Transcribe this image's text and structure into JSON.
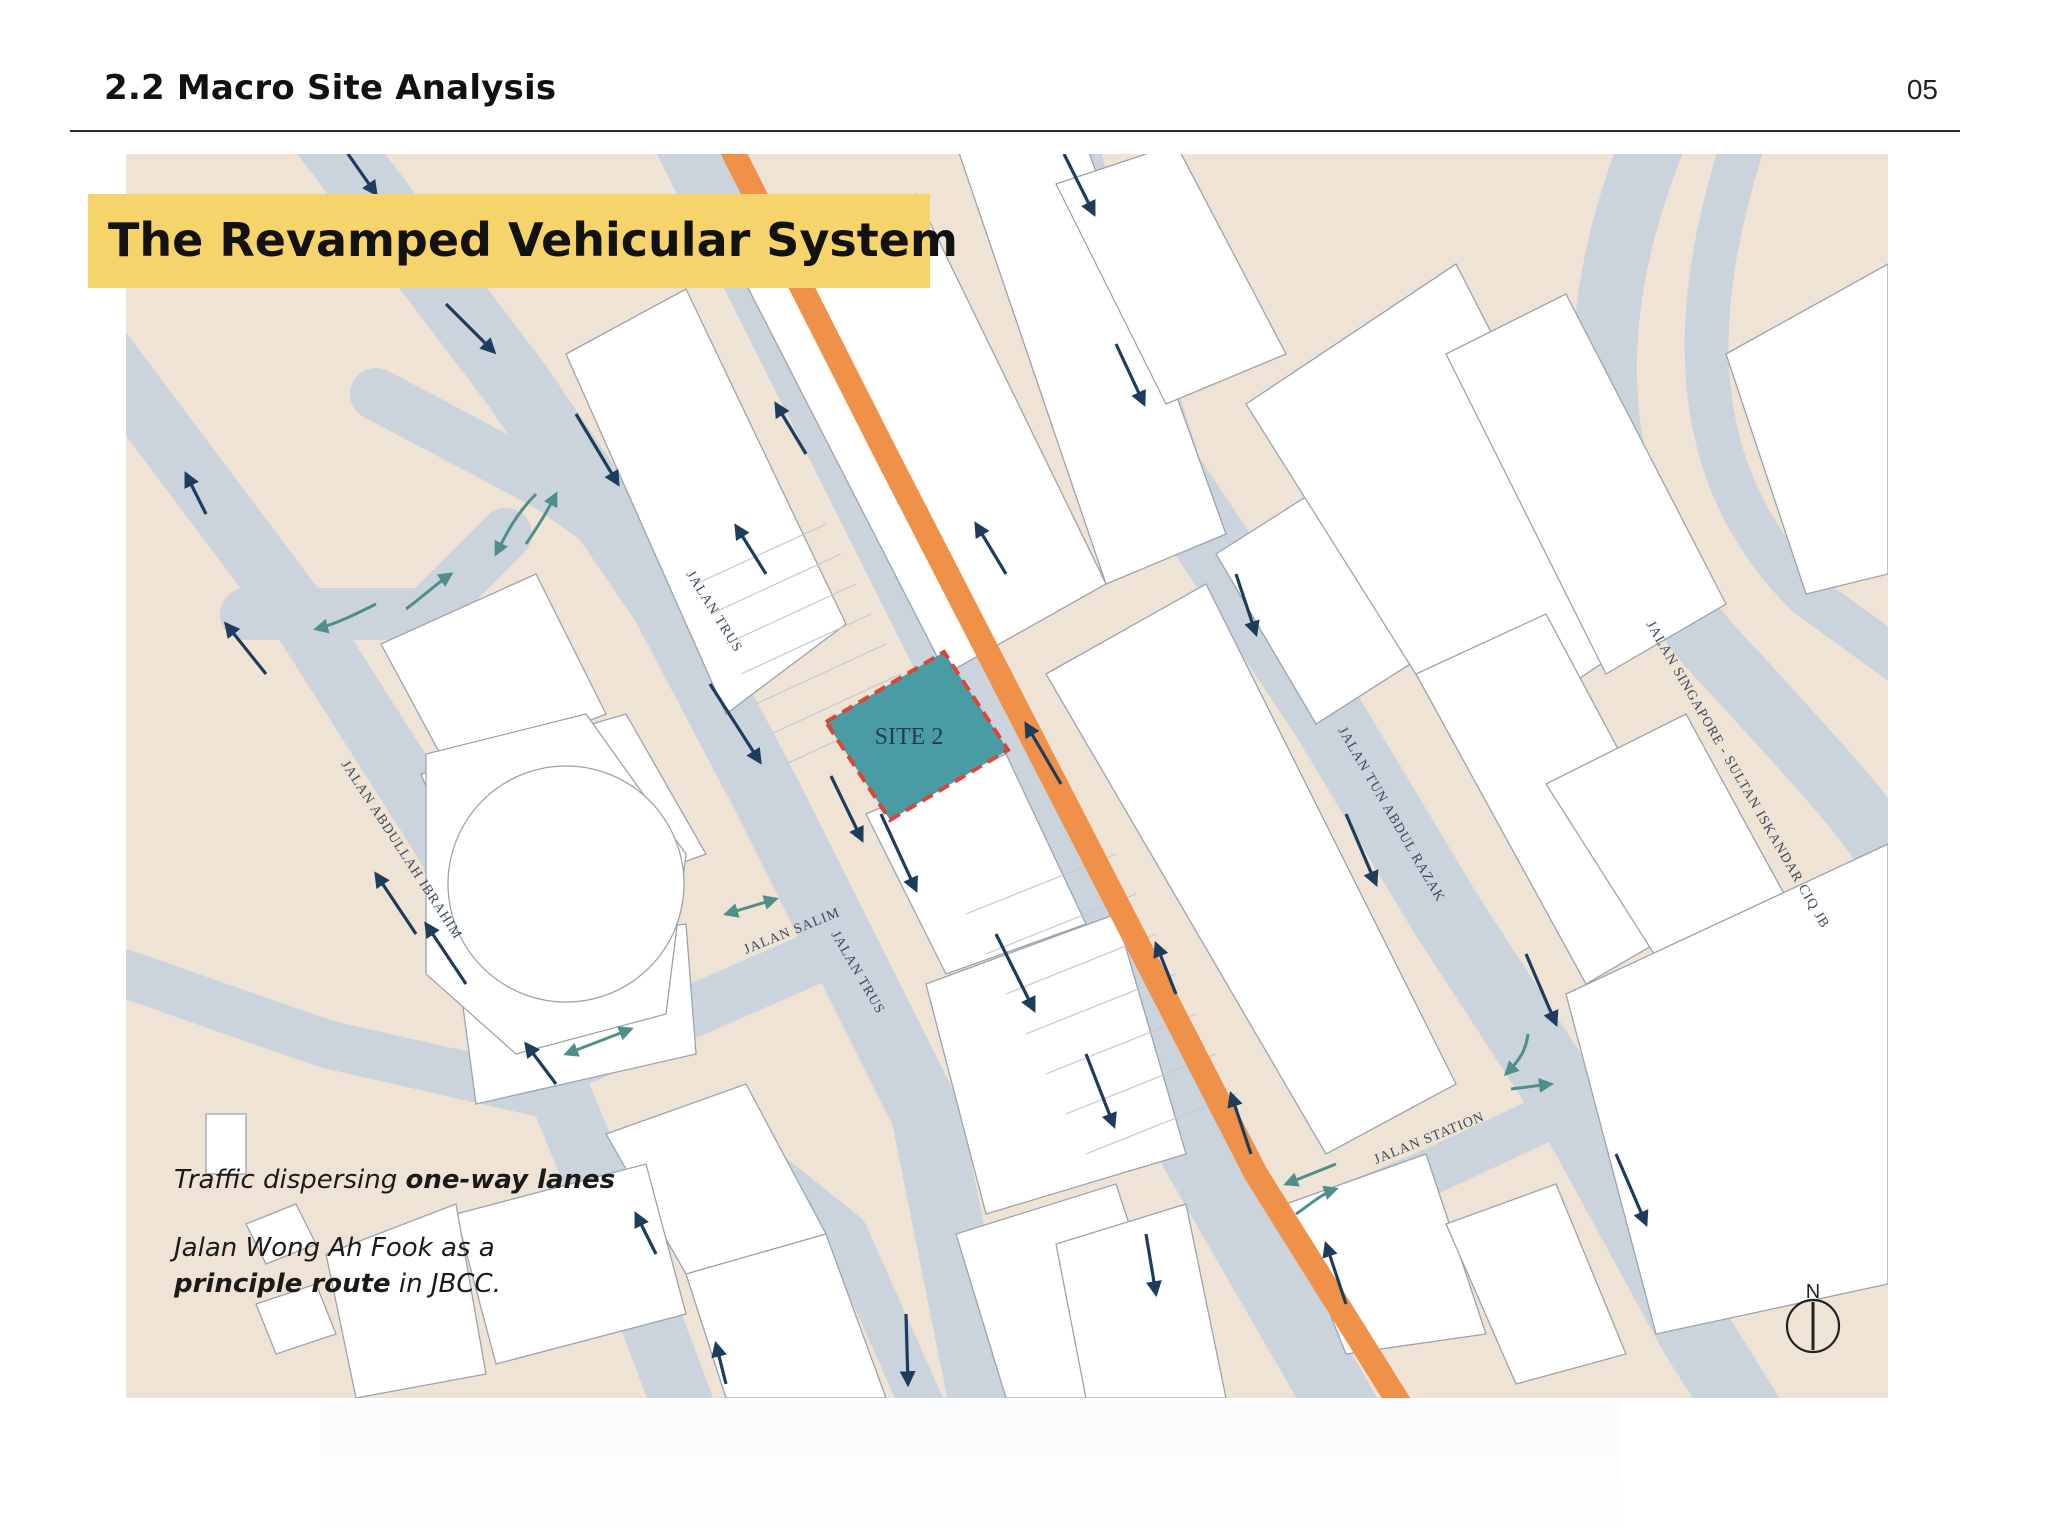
{
  "header": {
    "section_title": "2.2 Macro Site Analysis",
    "page_number": "05"
  },
  "map": {
    "title": "The Revamped Vehicular System",
    "site_label": "SITE 2",
    "north_label": "N",
    "streets": [
      "JALAN TRUS",
      "JALAN TRUS",
      "JALAN SALIM",
      "JALAN ABDULLAH IBRAHIM",
      "JALAN TUN ABDUL RAZAK",
      "JALAN STATION",
      "JALAN SINGAPORE - SULTAN ISKANDAR CIQ JB"
    ],
    "colors": {
      "land": "#eee3d4",
      "road": "#cbd4dd",
      "building": "#ffffff",
      "principal_route": "#f0914a",
      "site_fill": "#4a9ca4",
      "site_border": "#d9463a",
      "one_way_arrow": "#1e3c5e",
      "two_way_arrow": "#4f8f88",
      "title_banner": "#f6d36b"
    }
  },
  "caption": {
    "line1_prefix": "Traffic dispersing ",
    "line1_bold": "one-way lanes",
    "line2": "Jalan Wong Ah Fook as a",
    "line3_bold": "principle route",
    "line3_suffix": " in JBCC."
  }
}
